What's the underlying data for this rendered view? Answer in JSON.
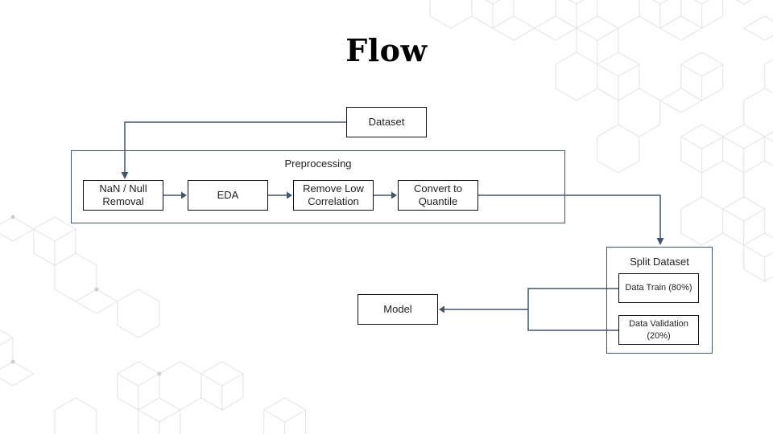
{
  "slide": {
    "title": "Flow"
  },
  "colors": {
    "background": "#ffffff",
    "title_text": "#000000",
    "node_border": "#0f0f0f",
    "node_text": "#1f1f1f",
    "container_border": "#44546a",
    "connector": "#44546a",
    "pattern_line": "#e2e2e2",
    "pattern_dot": "#cfcfcf"
  },
  "diagram": {
    "dataset": {
      "label": "Dataset"
    },
    "preprocessing": {
      "label": "Preprocessing",
      "steps": [
        {
          "label": "NaN / Null\nRemoval"
        },
        {
          "label": "EDA"
        },
        {
          "label": "Remove Low\nCorrelation"
        },
        {
          "label": "Convert to\nQuantile"
        }
      ]
    },
    "split": {
      "label": "Split Dataset",
      "outputs": [
        {
          "label": "Data Train (80%)"
        },
        {
          "label": "Data Validation\n(20%)"
        }
      ]
    },
    "model": {
      "label": "Model"
    }
  }
}
